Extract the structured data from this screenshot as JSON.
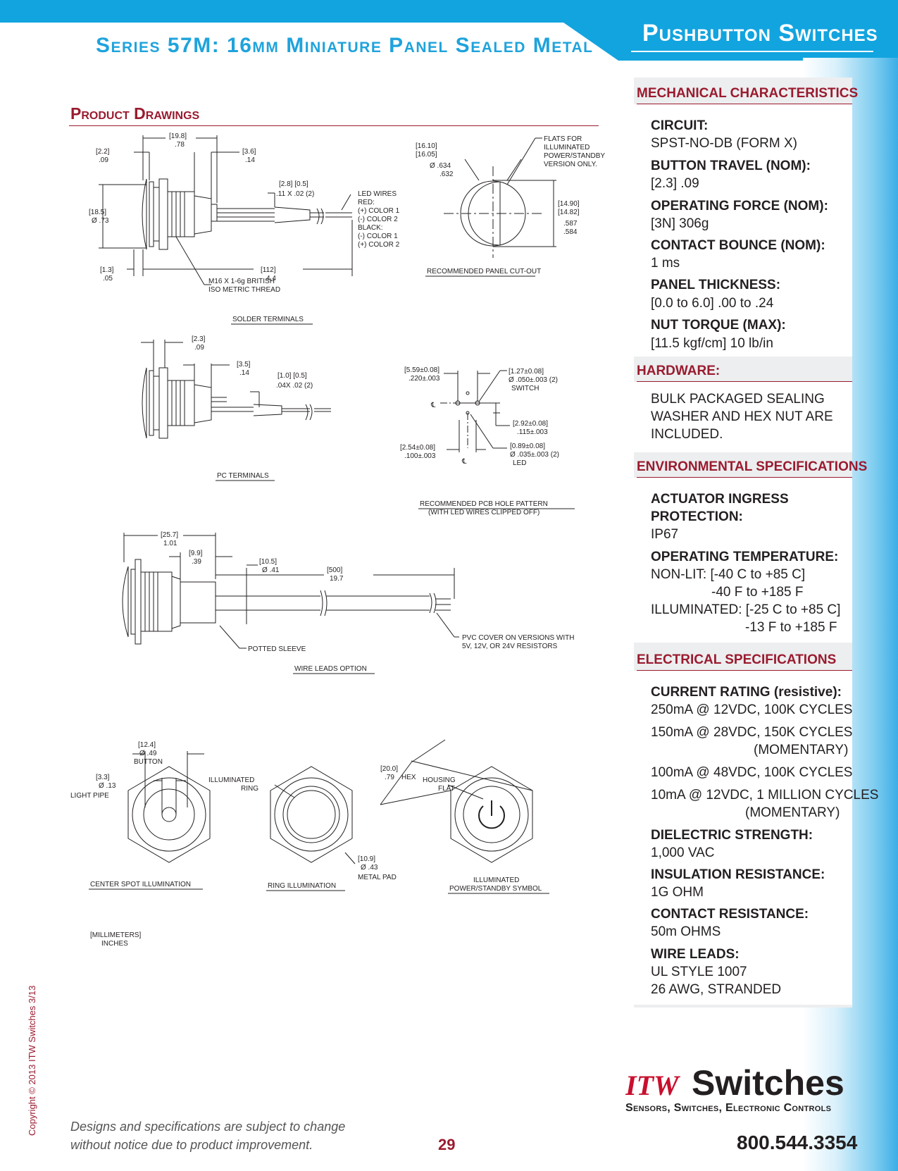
{
  "header": {
    "series_title": "Series 57M: 16mm Miniature Panel Sealed Metal",
    "section_tab": "Pushbutton Switches"
  },
  "product_drawings": {
    "title": "Product Drawings",
    "solder": {
      "dim_top": [
        "[19.8]",
        ".78"
      ],
      "dim_a": [
        "[2.2]",
        ".09"
      ],
      "dim_b": [
        "[3.6]",
        ".14"
      ],
      "dim_c": "[2.8]  [0.5]",
      "dim_c2": ".11 X .02 (2)",
      "dim_dia": [
        "[18.5]",
        "Ø .73"
      ],
      "dim_e": [
        "[1.3]",
        ".05"
      ],
      "dim_len": [
        "[112]",
        "4.4"
      ],
      "led_wires": [
        "LED WIRES",
        "RED:",
        "(+) COLOR 1",
        "(-) COLOR 2",
        "BLACK:",
        "(-) COLOR 1",
        "(+) COLOR 2"
      ],
      "thread": [
        "M16 X 1-6g BRITISH",
        "ISO METRIC THREAD"
      ],
      "caption": "SOLDER TERMINALS"
    },
    "cutout": {
      "dia": [
        "[16.10]",
        "[16.05]",
        "Ø .634",
        ".632"
      ],
      "flats": [
        "FLATS FOR",
        "ILLUMINATED",
        "POWER/STANDBY",
        "VERSION ONLY."
      ],
      "flat_dim": [
        "[14.90]",
        "[14.82]",
        ".587",
        ".584"
      ],
      "caption": "RECOMMENDED PANEL CUT-OUT"
    },
    "pc": {
      "dim_a": [
        "[2.3]",
        ".09"
      ],
      "dim_b": [
        "[3.5]",
        ".14"
      ],
      "dim_c": "[1.0]  [0.5]",
      "dim_c2": ".04X .02 (2)",
      "caption": "PC TERMINALS"
    },
    "pcb": {
      "d1": [
        "[5.59±0.08]",
        ".220±.003"
      ],
      "d2": [
        "[1.27±0.08]",
        "Ø .050±.003  (2)",
        "SWITCH"
      ],
      "d3": [
        "[2.92±0.08]",
        ".115±.003"
      ],
      "d4": [
        "[2.54±0.08]",
        ".100±.003"
      ],
      "d5": [
        "[0.89±0.08]",
        "Ø .035±.003  (2)",
        "LED"
      ],
      "cl": "℄",
      "caption1": "RECOMMENDED PCB HOLE PATTERN",
      "caption2": "(WITH LED WIRES CLIPPED OFF)"
    },
    "wire_leads": {
      "d1": [
        "[25.7]",
        "1.01"
      ],
      "d2": [
        "[9.9]",
        ".39"
      ],
      "d3": [
        "[500]",
        "19.7"
      ],
      "d4": [
        "[10.5]",
        "Ø .41"
      ],
      "potted": "POTTED SLEEVE",
      "pvc": [
        "PVC COVER ON VERSIONS WITH",
        "5V, 12V, OR 24V RESISTORS"
      ],
      "caption": "WIRE LEADS OPTION"
    },
    "front": {
      "button": [
        "[12.4]",
        "Ø .49",
        "BUTTON"
      ],
      "lightpipe": [
        "[3.3]",
        "Ø .13",
        "LIGHT PIPE"
      ],
      "ring": [
        "ILLUMINATED",
        "RING"
      ],
      "pad": [
        "[10.9]",
        "Ø .43",
        "METAL PAD"
      ],
      "hex": [
        "[20.0]",
        ".79",
        "HEX"
      ],
      "housing": [
        "HOUSING",
        "FLAT"
      ],
      "cap1": "CENTER SPOT ILLUMINATION",
      "cap2": "RING ILLUMINATION",
      "cap3a": "ILLUMINATED",
      "cap3b": "POWER/STANDBY SYMBOL"
    },
    "units": [
      "[MILLIMETERS]",
      "INCHES"
    ]
  },
  "sidebar": {
    "mechanical": {
      "heading": "MECHANICAL CHARACTERISTICS",
      "items": [
        {
          "label": "CIRCUIT:",
          "value": "SPST-NO-DB (FORM X)"
        },
        {
          "label": "BUTTON TRAVEL (NOM):",
          "value": "[2.3] .09"
        },
        {
          "label": "OPERATING FORCE (NOM):",
          "value": "[3N] 306g"
        },
        {
          "label": "CONTACT BOUNCE (NOM):",
          "value": "1 ms"
        },
        {
          "label": "PANEL THICKNESS:",
          "value": "[0.0 to 6.0] .00 to .24"
        },
        {
          "label": "NUT TORQUE (MAX):",
          "value": "[11.5 kgf/cm] 10 lb/in"
        }
      ]
    },
    "hardware": {
      "heading": "HARDWARE:",
      "lines": [
        "BULK PACKAGED SEALING",
        "WASHER AND HEX NUT ARE",
        "INCLUDED."
      ]
    },
    "environmental": {
      "heading": "ENVIRONMENTAL SPECIFICATIONS",
      "ingress_label": [
        "ACTUATOR INGRESS",
        "PROTECTION:"
      ],
      "ingress_value": "IP67",
      "temp_label": "OPERATING TEMPERATURE:",
      "temp_lines": [
        "NON-LIT: [-40 C to +85 C]",
        "-40 F to +185 F",
        "ILLUMINATED: [-25 C to +85 C]",
        "-13 F to +185 F"
      ]
    },
    "electrical": {
      "heading": "ELECTRICAL SPECIFICATIONS",
      "current_label": "CURRENT RATING",
      "current_suffix": " (resistive):",
      "current_lines": [
        "250mA @ 12VDC, 100K CYCLES",
        "150mA @ 28VDC, 150K CYCLES",
        "(MOMENTARY)",
        "100mA @ 48VDC, 100K CYCLES",
        "10mA @ 12VDC, 1 MILLION CYCLES",
        "(MOMENTARY)"
      ],
      "items": [
        {
          "label": "DIELECTRIC STRENGTH:",
          "value": "1,000 VAC"
        },
        {
          "label": "INSULATION RESISTANCE:",
          "value": "1G OHM"
        },
        {
          "label": "CONTACT RESISTANCE:",
          "value": "50m OHMS"
        }
      ],
      "wire_label": "WIRE LEADS:",
      "wire_lines": [
        "UL STYLE 1007",
        "26 AWG, STRANDED"
      ]
    }
  },
  "footer": {
    "copyright": "Copyright © 2013  ITW Switches  3/13",
    "disclaimer": [
      "Designs and specifications are subject to change",
      "without notice due to product improvement."
    ],
    "page": "29",
    "brand_itw": "ITW",
    "brand_switches": "Switches",
    "tagline": "Sensors, Switches, Electronic Controls",
    "phone": "800.544.3354"
  },
  "colors": {
    "accent_blue": "#12a4df",
    "accent_red": "#9a1b2f"
  }
}
